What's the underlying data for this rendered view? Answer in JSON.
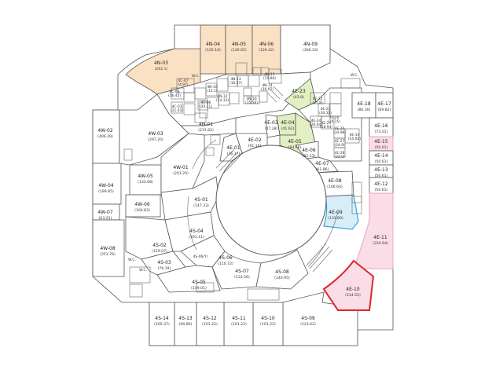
{
  "colors": {
    "orange": "#fbe1c4",
    "green": "#e1efc2",
    "blue": "#d7eef8",
    "blue_stroke": "#3aa6d8",
    "pink": "#fbdde8",
    "pink_stroke": "#e7a6c2",
    "red": "#fbdde8",
    "red_stroke": "#d9262c"
  },
  "units": {
    "n03": {
      "id": "4N-03",
      "area": "(262.1)"
    },
    "n04": {
      "id": "4N-04",
      "area": "(126.16)"
    },
    "n05": {
      "id": "4N-05",
      "area": "(126.65)"
    },
    "n06": {
      "id": "4N-06",
      "area": "(126.42)"
    },
    "n09": {
      "id": "4N-09",
      "area": "(266.24)"
    },
    "n07": {
      "id": "4C-07",
      "area": "(4.97)"
    },
    "n08": {
      "id": "4C-08",
      "area": "(16.45)"
    },
    "n_wc": {
      "id": "W.C."
    },
    "n_s1": {
      "id": "4N-10",
      "area": "(15.1)"
    },
    "n_s2": {
      "id": "4C-06",
      "area": "(20.11)"
    },
    "n_s3": {
      "id": "4N-12",
      "area": "(14.33)"
    },
    "n_s4": {
      "id": "4C-01",
      "area": "(21.61)"
    },
    "n_s5": {
      "id": "4N-13",
      "area": "(16.27)"
    },
    "n_s6": {
      "id": "4N-14",
      "area": "(16.97)"
    },
    "n_s7": {
      "id": "4N-15",
      "area": "(19.86)"
    },
    "n_s8": {
      "id": "4N-16",
      "area": "(15.56)"
    },
    "n01": {
      "id": "4N-01",
      "area": "(215.82)"
    },
    "w02": {
      "id": "4W-02",
      "area": "(406.29)"
    },
    "w03": {
      "id": "4W-03",
      "area": "(297.20)"
    },
    "w04": {
      "id": "4W-04",
      "area": "(189.85)"
    },
    "w05": {
      "id": "4W-05",
      "area": "(133.08)"
    },
    "w01": {
      "id": "4W-01",
      "area": "(203.20)"
    },
    "w06": {
      "id": "4W-06",
      "area": "(104.83)"
    },
    "w07": {
      "id": "4W-07",
      "area": "(63.21)"
    },
    "w08": {
      "id": "4W-08",
      "area": "(251.76)"
    },
    "e23": {
      "id": "4E-23",
      "area": "(43.8)"
    },
    "e22": {
      "id": "4E-22",
      "area": "(27.8)"
    },
    "e21": {
      "id": "4E-21",
      "area": "(30.32)"
    },
    "e20": {
      "id": "4E-20",
      "area": "(29.15)"
    },
    "e24": {
      "id": "4E-24",
      "area": "(26.64)"
    },
    "e25": {
      "id": "4E-25",
      "area": "(18.94)"
    },
    "e26": {
      "id": "4E-26",
      "area": "(34.98)"
    },
    "e27": {
      "id": "4E-27",
      "area": "(24.9)"
    },
    "e28": {
      "id": "4E-28",
      "area": "(24.9)"
    },
    "e19": {
      "id": "4E-19",
      "area": "(55.92)"
    },
    "e18": {
      "id": "4E-18",
      "area": "(86.30)"
    },
    "e17": {
      "id": "4E-17",
      "area": "(69.82)"
    },
    "e16": {
      "id": "4E-16",
      "area": "(73.31)"
    },
    "e15": {
      "id": "4E-15",
      "area": "(50.61)"
    },
    "e14": {
      "id": "4E-14",
      "area": "(50.61)"
    },
    "e13": {
      "id": "4E-13",
      "area": "(50.61)"
    },
    "e12": {
      "id": "4E-12",
      "area": "(50.61)"
    },
    "e11": {
      "id": "4E-11",
      "area": "(224.94)"
    },
    "e10": {
      "id": "4E-10",
      "area": "(214.55)"
    },
    "e09": {
      "id": "4E-09",
      "area": "(133.80)"
    },
    "e08": {
      "id": "4E-08",
      "area": "(106.64)"
    },
    "e07": {
      "id": "4E-07",
      "area": "(61.86)"
    },
    "e06": {
      "id": "4E-06",
      "area": "(82.23)"
    },
    "e05": {
      "id": "4E-05",
      "area": "(94.66)"
    },
    "e04": {
      "id": "4E-04",
      "area": "(41.62)"
    },
    "e03": {
      "id": "4E-03",
      "area": "(47.28)"
    },
    "e02": {
      "id": "4E-02",
      "area": "(91.16)"
    },
    "e01": {
      "id": "4E-01",
      "area": "(36.17)"
    },
    "s01": {
      "id": "4S-01",
      "area": "(147.33)"
    },
    "s02": {
      "id": "4S-02",
      "area": "(119.07)"
    },
    "s03": {
      "id": "4S-03",
      "area": "(76.19)"
    },
    "s04": {
      "id": "4S-04",
      "area": "(201.11)"
    },
    "s05": {
      "id": "4S-05",
      "area": "(149.01)"
    },
    "s06": {
      "id": "4S-06",
      "area": "(110.72)"
    },
    "s07": {
      "id": "4S-07",
      "area": "(133.56)"
    },
    "s08": {
      "id": "4S-08",
      "area": "(140.95)"
    },
    "s09": {
      "id": "4S-09",
      "area": "(223.62)"
    },
    "s10": {
      "id": "4S-10",
      "area": "(101.22)"
    },
    "s11": {
      "id": "4S-11",
      "area": "(101.22)"
    },
    "s12": {
      "id": "4S-12",
      "area": "(101.22)"
    },
    "s13": {
      "id": "4S-13",
      "area": "(90.86)"
    },
    "s14": {
      "id": "4S-14",
      "area": "(165.37)"
    },
    "s_diag": {
      "id": "4S-06(Y)"
    },
    "wc_ne": {
      "id": "W.C."
    },
    "wc_sw1": {
      "id": "W.C."
    },
    "wc_sw2": {
      "id": "W.C."
    }
  }
}
